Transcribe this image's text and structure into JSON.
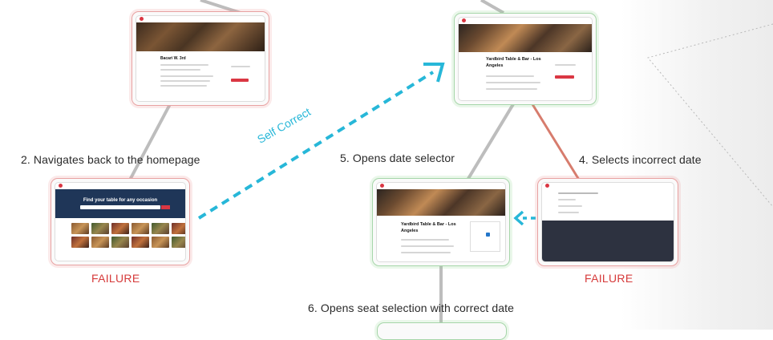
{
  "steps": {
    "navigate_back": "2. Navigates back to the homepage",
    "opens_date_selector": "5. Opens date selector",
    "selects_incorrect_date": "4. Selects incorrect date",
    "opens_seat_selection": "6. Opens seat selection with correct date"
  },
  "self_correct_label": "Self Correct",
  "outcomes": {
    "left_failure": "FAILURE",
    "right_failure": "FAILURE"
  },
  "screens": {
    "top_left_restaurant": "Bacari W. 3rd",
    "homepage_hero": "Find your table for any occasion",
    "top_center_restaurant": "Yardbird Table & Bar - Los Angeles",
    "middle_restaurant": "Yardbird Table & Bar - Los Angeles"
  },
  "colors": {
    "failure": "#d63a3a",
    "self_correct": "#27b7d8",
    "edge": "#bdbdbd",
    "failure_edge": "#d77c6d",
    "success_border": "#a6d6a9",
    "failure_border": "#e8a2a2"
  }
}
